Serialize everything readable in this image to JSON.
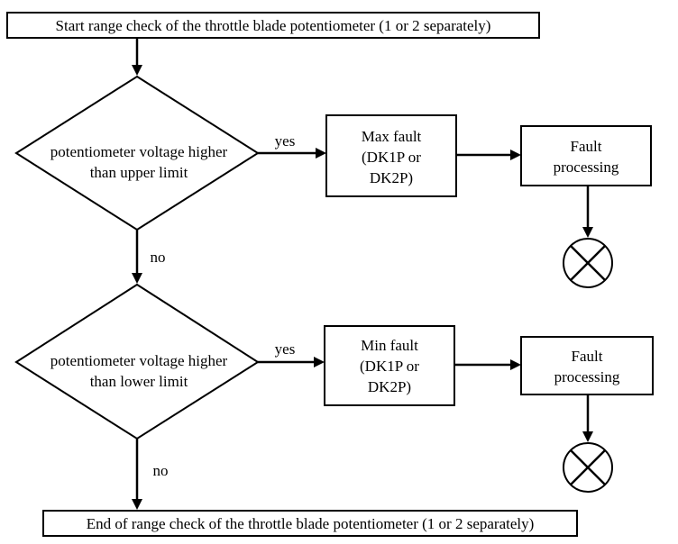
{
  "start": {
    "text": "Start range check of the throttle blade potentiometer (1 or 2 separately)"
  },
  "end": {
    "text": "End of range check of the throttle blade potentiometer (1 or 2 separately)"
  },
  "decision_upper": {
    "line1": "potentiometer voltage higher",
    "line2": "than upper limit"
  },
  "decision_lower": {
    "line1": "potentiometer voltage higher",
    "line2": "than lower limit"
  },
  "max_fault": {
    "line1": "Max fault",
    "line2": "(DK1P or",
    "line3": "DK2P)"
  },
  "min_fault": {
    "line1": "Min fault",
    "line2": "(DK1P or",
    "line3": "DK2P)"
  },
  "fault_processing_1": {
    "line1": "Fault",
    "line2": "processing"
  },
  "fault_processing_2": {
    "line1": "Fault",
    "line2": "processing"
  },
  "labels": {
    "yes": "yes",
    "no": "no"
  }
}
